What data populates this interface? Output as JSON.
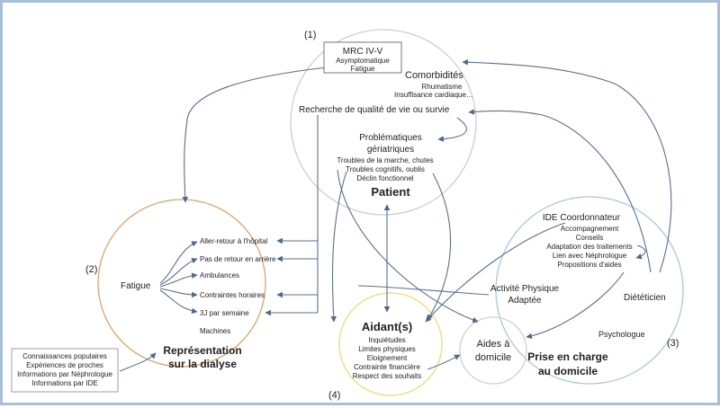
{
  "labels": {
    "n1": "(1)",
    "n2": "(2)",
    "n3": "(3)",
    "n4": "(4)"
  },
  "patient": {
    "mrc_title": "MRC IV-V",
    "mrc_sub1": "Asymptomatique",
    "mrc_sub2": "Fatigue",
    "comorbidites": "Comorbidités",
    "rhumatisme": "Rhumatisme",
    "insuffisance": "Insuffisance cardiaque…",
    "recherche": "Recherche de qualité de vie ou survie",
    "problematiques_1": "Problématiques",
    "problematiques_2": "gériatriques",
    "troubles_marche": "Troubles de la marche, chutes",
    "troubles_cognitifs": "Troubles cognitifs, oublis",
    "declin": "Déclin fonctionnel",
    "title": "Patient"
  },
  "dialyse": {
    "fatigue": "Fatigue",
    "items": [
      "Aller-retour à l'hôpital",
      "Pas de retour en arrière",
      "Ambulances",
      "Contraintes horaires",
      "3J par semaine",
      "Machines"
    ],
    "title_1": "Représentation",
    "title_2": "sur la dialyse"
  },
  "sources": [
    "Connaissances populaires",
    "Expériences de proches",
    "Informations par Néphrologue",
    "Informations par IDE"
  ],
  "domicile": {
    "ide_title": "IDE Coordonnateur",
    "ide_items": [
      "Accompagnement",
      "Conseils",
      "Adaptation des traitements",
      "Lien avec Néphrologue",
      "Propositions d'aides"
    ],
    "activite_1": "Activité Physique",
    "activite_2": "Adaptée",
    "dieteticien": "Diététicien",
    "psychologue": "Psychologue",
    "title_1": "Prise en charge",
    "title_2": "au domicile"
  },
  "aidant": {
    "title": "Aidant(s)",
    "items": [
      "Inquiétudes",
      "Limites physiques",
      "Eloignement",
      "Contrainte financière",
      "Respect des souhaits"
    ]
  },
  "aides": {
    "line1": "Aides à",
    "line2": "domicile"
  }
}
